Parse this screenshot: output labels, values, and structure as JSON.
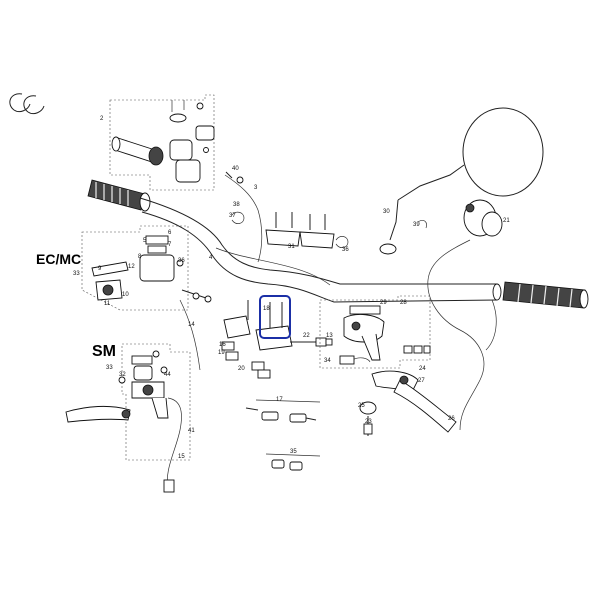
{
  "logo_text": "GG",
  "groups": {
    "ecmc_label": "EC/MC",
    "sm_label": "SM"
  },
  "callouts": {
    "c2": "2",
    "c3": "3",
    "c4": "4",
    "c5": "5",
    "c6": "6",
    "c7": "7",
    "c8": "8",
    "c9": "9",
    "c10": "10",
    "c11": "11",
    "c12": "12",
    "c13": "13",
    "c14": "14",
    "c15": "15",
    "c16": "16",
    "c17": "17",
    "c18": "18",
    "c19": "19",
    "c20": "20",
    "c21": "21",
    "c22": "22",
    "c23": "23",
    "c24": "24",
    "c25": "25",
    "c26": "26",
    "c27": "27",
    "c28": "28",
    "c29": "29",
    "c30": "30",
    "c31": "31",
    "c32": "32",
    "c33a": "33",
    "c33b": "33",
    "c34": "34",
    "c35": "35",
    "c36a": "36",
    "c36b": "36",
    "c37": "37",
    "c38": "38",
    "c39": "39",
    "c40": "40",
    "c41": "41",
    "c44": "44"
  },
  "highlight": {
    "part": "18",
    "color": "#1b2fa6"
  }
}
